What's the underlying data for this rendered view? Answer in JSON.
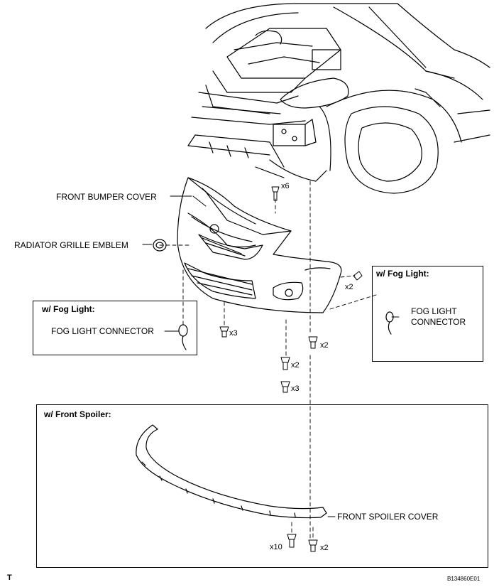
{
  "labels": {
    "front_bumper_cover": "FRONT BUMPER COVER",
    "radiator_grille_emblem": "RADIATOR GRILLE EMBLEM",
    "fog_light_connector_left": "FOG LIGHT CONNECTOR",
    "fog_light_connector_right_line1": "FOG LIGHT",
    "fog_light_connector_right_line2": "CONNECTOR",
    "front_spoiler_cover": "FRONT SPOILER COVER"
  },
  "boxes": {
    "fog_light_left_title": "w/ Fog Light:",
    "fog_light_right_title": "w/ Fog Light:",
    "front_spoiler_title": "w/ Front Spoiler:"
  },
  "quantities": {
    "clip_top": "x6",
    "screw_right": "x2",
    "bolt_left": "x3",
    "clip_center": "x2",
    "screw_center": "x3",
    "bolt_right": "x2",
    "spoiler_clip": "x10",
    "spoiler_bolt": "x2"
  },
  "footer": {
    "corner_mark": "T",
    "figure_code": "B134860E01"
  }
}
